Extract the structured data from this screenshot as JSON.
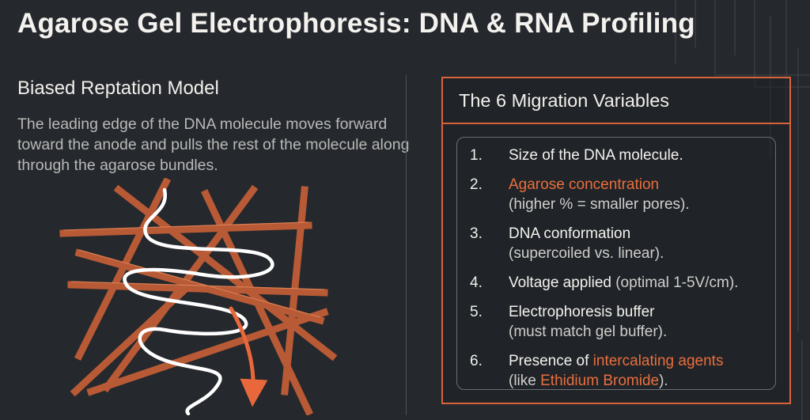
{
  "title": "Agarose Gel Electrophoresis: DNA & RNA Profiling",
  "left": {
    "heading": "Biased Reptation Model",
    "description": "The leading edge of the DNA molecule moves forward toward the anode and pulls the rest of the molecule along through the agarose bundles."
  },
  "colors": {
    "accent": "#e8683b",
    "background": "#25282d",
    "fiber": "#b85a35",
    "strand": "#ffffff"
  },
  "panel": {
    "title": "The 6 Migration Variables",
    "items": [
      {
        "num": "1.",
        "a": "Size of the DNA molecule.",
        "b": "",
        "c": "",
        "d": "",
        "e": ""
      },
      {
        "num": "2.",
        "a": "",
        "b": "Agarose concentration",
        "c": "",
        "d": "(higher % = smaller pores).",
        "e": ""
      },
      {
        "num": "3.",
        "a": "DNA conformation",
        "b": "",
        "c": "",
        "d": "(supercoiled vs. linear).",
        "e": ""
      },
      {
        "num": "4.",
        "a": "Voltage applied",
        "b": "",
        "c": " (optimal 1-5V/cm).",
        "d": "",
        "e": ""
      },
      {
        "num": "5.",
        "a": "Electrophoresis buffer",
        "b": "",
        "c": "",
        "d": "(must match gel buffer).",
        "e": ""
      },
      {
        "num": "6.",
        "a": "Presence of ",
        "b": "intercalating agents",
        "c": "",
        "d": "(like ",
        "e": "Ethidium Bromide",
        "f": ")."
      }
    ]
  }
}
